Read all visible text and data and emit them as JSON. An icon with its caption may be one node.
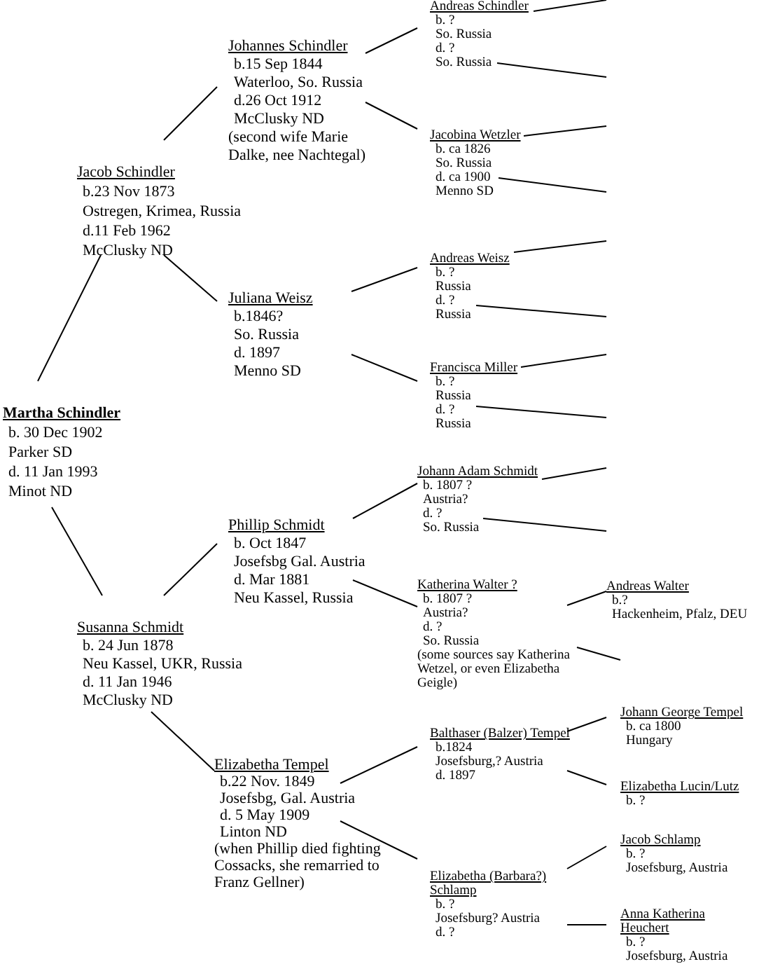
{
  "diagram": {
    "nodes": [
      {
        "text": [
          "Martha Schindler",
          "b. 30 Dec 1902",
          "Parker SD",
          "d. 11 Jan 1993",
          "Minot ND"
        ]
      },
      {
        "text": [
          "Jacob Schindler",
          "b.23 Nov 1873",
          "Ostregen, Krimea, Russia",
          "d.11 Feb 1962",
          "McClusky ND"
        ]
      },
      {
        "text": [
          "Susanna Schmidt",
          "b. 24 Jun 1878",
          "Neu Kassel, UKR, Russia",
          "d. 11 Jan 1946",
          "McClusky ND"
        ]
      },
      {
        "text": [
          "Johannes Schindler",
          "b.15 Sep 1844",
          "Waterloo, So. Russia",
          "d.26 Oct 1912",
          "McClusky ND",
          "(second wife Marie Dalke, nee Nachtegal)"
        ]
      },
      {
        "text": [
          "Juliana Weisz",
          "b.1846?",
          "So. Russia",
          "d. 1897",
          "Menno SD"
        ]
      },
      {
        "text": [
          "Phillip Schmidt",
          "b. Oct 1847",
          "Josefsbg Gal. Austria",
          "d. Mar 1881",
          "Neu Kassel, Russia"
        ]
      },
      {
        "text": [
          "Elizabetha Tempel",
          "b.22 Nov. 1849",
          "Josefsbg, Gal. Austria",
          "d. 5 May 1909",
          "Linton ND",
          "(when Phillip died fighting Cossacks, she remarried to Franz Gellner)"
        ]
      },
      {
        "text": [
          "Andreas Schindler",
          "b. ?",
          "So. Russia",
          "d. ?",
          "So. Russia"
        ]
      },
      {
        "text": [
          "Jacobina Wetzler",
          "b. ca 1826",
          "So. Russia",
          "d. ca 1900",
          "Menno SD"
        ]
      },
      {
        "text": [
          "Andreas Weisz",
          "b. ?",
          "Russia",
          "d. ?",
          "Russia"
        ]
      },
      {
        "text": [
          "Francisca Miller",
          "b. ?",
          "Russia",
          "d. ?",
          "Russia"
        ]
      },
      {
        "text": [
          "Johann Adam Schmidt",
          "b. 1807 ?",
          "Austria?",
          "d. ?",
          "So. Russia"
        ]
      },
      {
        "text": [
          "Katherina Walter ?",
          "b. 1807 ?",
          "Austria?",
          "d. ?",
          "So. Russia",
          "(some sources say Katherina Wetzel, or even Elizabetha Geigle)"
        ]
      },
      {
        "text": [
          "Balthaser (Balzer) Tempel",
          "b.1824",
          "Josefsburg,? Austria",
          "d. 1897"
        ]
      },
      {
        "text": [
          "Elizabetha (Barbara?) Schlamp",
          "b. ?",
          "Josefsburg? Austria",
          "d. ?"
        ]
      },
      {
        "text": [
          "Andreas Walter",
          "b.?",
          "Hackenheim, Pfalz, DEU"
        ]
      },
      {
        "text": [
          "Johann George Tempel",
          "b. ca 1800",
          "Hungary"
        ]
      },
      {
        "text": [
          "Elizabetha Lucin/Lutz",
          "b. ?"
        ]
      },
      {
        "text": [
          "Jacob Schlamp",
          "b. ?",
          "Josefsburg, Austria"
        ]
      },
      {
        "text": [
          "Anna Katherina Heuchert",
          "b. ?",
          "Josefsburg, Austria"
        ]
      }
    ],
    "edges": [
      {
        "from": 0,
        "to": 1,
        "arrow": "none"
      },
      {
        "from": 0,
        "to": 2,
        "arrow": "none"
      },
      {
        "from": 1,
        "to": 3,
        "arrow": "none"
      },
      {
        "from": 1,
        "to": 4,
        "arrow": "none"
      },
      {
        "from": 2,
        "to": 5,
        "arrow": "none"
      },
      {
        "from": 2,
        "to": 6,
        "arrow": "none"
      },
      {
        "from": 3,
        "to": 7,
        "arrow": "none"
      },
      {
        "from": 3,
        "to": 8,
        "arrow": "none"
      },
      {
        "from": 4,
        "to": 9,
        "arrow": "none"
      },
      {
        "from": 4,
        "to": 10,
        "arrow": "none"
      },
      {
        "from": 5,
        "to": 11,
        "arrow": "none"
      },
      {
        "from": 5,
        "to": 12,
        "arrow": "none"
      },
      {
        "from": 6,
        "to": 13,
        "arrow": "none"
      },
      {
        "from": 6,
        "to": 14,
        "arrow": "none"
      },
      {
        "from": 7,
        "to": null,
        "arrow": "none"
      },
      {
        "from": 7,
        "to": null,
        "arrow": "none"
      },
      {
        "from": 8,
        "to": null,
        "arrow": "none"
      },
      {
        "from": 8,
        "to": null,
        "arrow": "none"
      },
      {
        "from": 9,
        "to": null,
        "arrow": "none"
      },
      {
        "from": 9,
        "to": null,
        "arrow": "none"
      },
      {
        "from": 10,
        "to": null,
        "arrow": "none"
      },
      {
        "from": 10,
        "to": null,
        "arrow": "none"
      },
      {
        "from": 11,
        "to": null,
        "arrow": "none"
      },
      {
        "from": 11,
        "to": null,
        "arrow": "none"
      },
      {
        "from": 12,
        "to": 15,
        "arrow": "none"
      },
      {
        "from": 12,
        "to": null,
        "arrow": "none"
      },
      {
        "from": 13,
        "to": 16,
        "arrow": "none"
      },
      {
        "from": 13,
        "to": 17,
        "arrow": "none"
      },
      {
        "from": 14,
        "to": 18,
        "arrow": "none"
      },
      {
        "from": 14,
        "to": 19,
        "arrow": "none"
      }
    ]
  }
}
